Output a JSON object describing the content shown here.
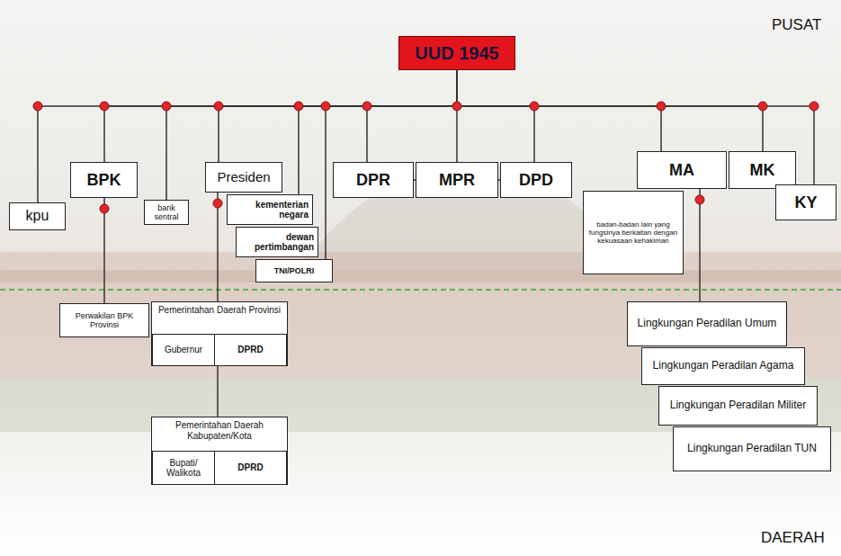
{
  "diagram": {
    "nodes": [
      {
        "text": [
          "UUD 1945"
        ]
      },
      {
        "text": [
          "kpu"
        ]
      },
      {
        "text": [
          "BPK"
        ]
      },
      {
        "text": [
          "bank sentral"
        ]
      },
      {
        "text": [
          "Presiden"
        ]
      },
      {
        "text": [
          "kementerian negara"
        ]
      },
      {
        "text": [
          "dewan pertimbangan"
        ]
      },
      {
        "text": [
          "TNI/POLRI"
        ]
      },
      {
        "text": [
          "DPR"
        ]
      },
      {
        "text": [
          "MPR"
        ]
      },
      {
        "text": [
          "DPD"
        ]
      },
      {
        "text": [
          "MA"
        ]
      },
      {
        "text": [
          "MK"
        ]
      },
      {
        "text": [
          "KY"
        ]
      },
      {
        "text": [
          "badan-badan lain yang fungsinya berkaitan dengan kekuasaan kehakiman"
        ]
      },
      {
        "text": [
          "Perwakilan BPK Provinsi"
        ]
      },
      {
        "text": [
          "Pemerintahan Daerah Provinsi"
        ]
      },
      {
        "text": [
          "Gubernur"
        ],
        "in": 16
      },
      {
        "text": [
          "DPRD"
        ],
        "in": 16
      },
      {
        "text": [
          "Pemerintahan Daerah Kabupaten/Kota"
        ]
      },
      {
        "text": [
          "Bupati/ Walikota"
        ],
        "in": 19
      },
      {
        "text": [
          "DPRD"
        ],
        "in": 19
      },
      {
        "text": [
          "Lingkungan Peradilan Umum"
        ]
      },
      {
        "text": [
          "Lingkungan Peradilan Agama"
        ]
      },
      {
        "text": [
          "Lingkungan Peradilan Militer"
        ]
      },
      {
        "text": [
          "Lingkungan Peradilan TUN"
        ]
      }
    ],
    "edges": [
      {
        "from": 0,
        "to": 1,
        "arrow": "none"
      },
      {
        "from": 0,
        "to": 2,
        "arrow": "none"
      },
      {
        "from": 0,
        "to": 3,
        "arrow": "none"
      },
      {
        "from": 0,
        "to": 4,
        "arrow": "none"
      },
      {
        "from": 0,
        "to": 5,
        "arrow": "none"
      },
      {
        "from": 0,
        "to": 7,
        "arrow": "none"
      },
      {
        "from": 0,
        "to": 8,
        "arrow": "none"
      },
      {
        "from": 0,
        "to": 9,
        "arrow": "none"
      },
      {
        "from": 0,
        "to": 10,
        "arrow": "none"
      },
      {
        "from": 0,
        "to": 11,
        "arrow": "none"
      },
      {
        "from": 0,
        "to": 12,
        "arrow": "none"
      },
      {
        "from": 0,
        "to": 13,
        "arrow": "none"
      },
      {
        "from": 8,
        "to": 9,
        "arrow": "none"
      },
      {
        "from": 9,
        "to": 10,
        "arrow": "none"
      },
      {
        "from": 2,
        "to": 15,
        "arrow": "none"
      },
      {
        "from": 4,
        "to": 16,
        "arrow": "none"
      },
      {
        "from": 16,
        "to": 19,
        "arrow": "none"
      },
      {
        "from": 11,
        "to": 22,
        "arrow": "none"
      }
    ],
    "labels": [
      "PUSAT",
      "DAERAH"
    ]
  }
}
